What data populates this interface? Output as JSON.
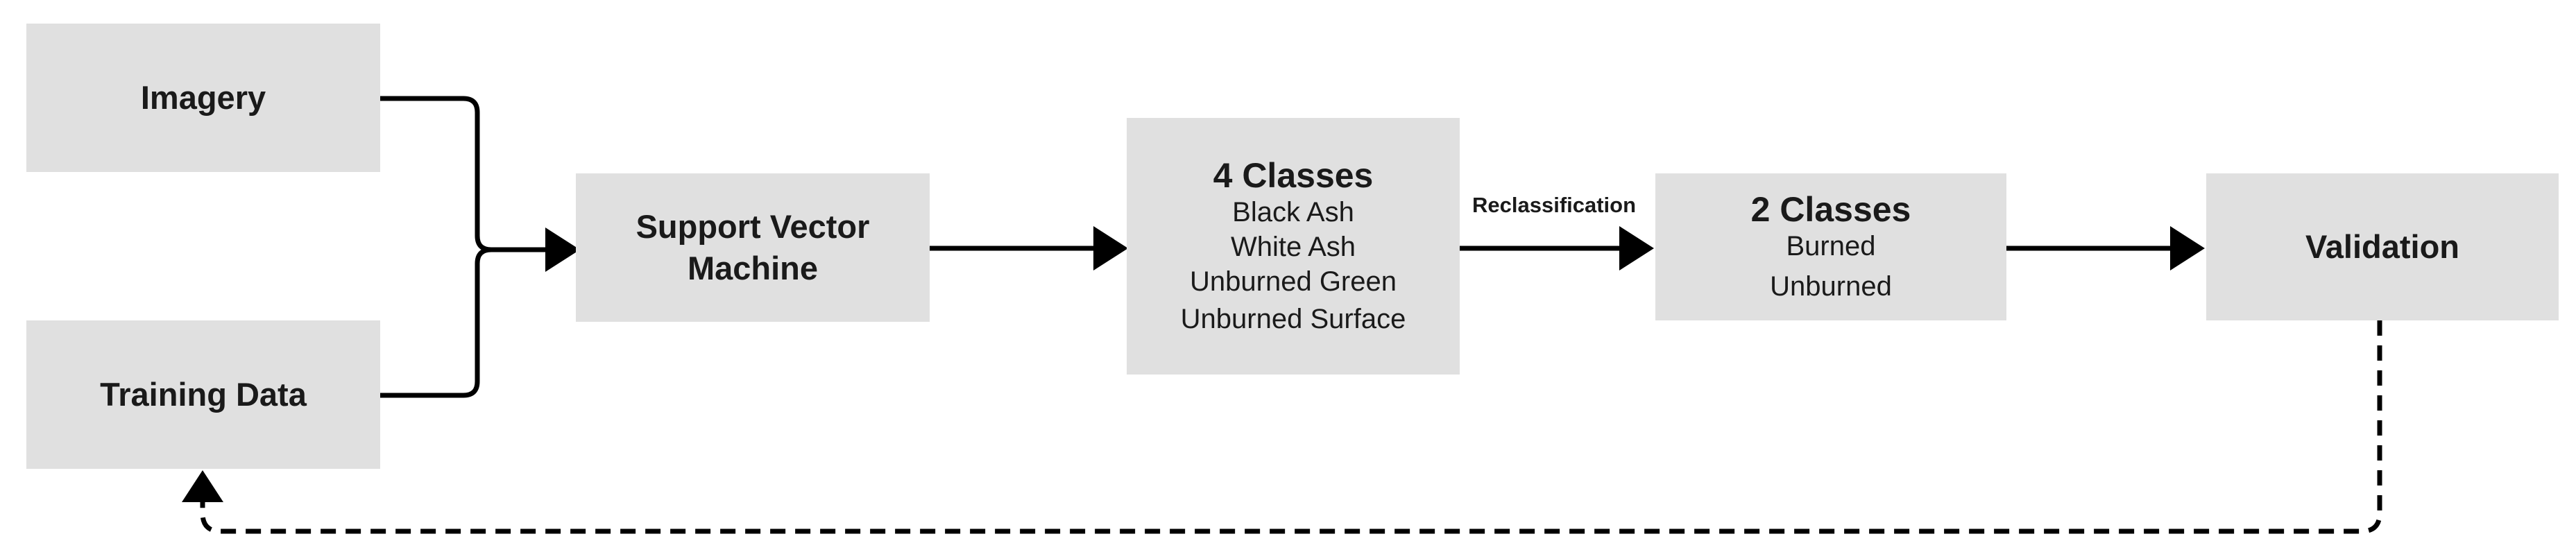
{
  "nodes": {
    "imagery": {
      "title": "Imagery"
    },
    "training_data": {
      "title": "Training Data"
    },
    "svm": {
      "title_line1": "Support Vector",
      "title_line2": "Machine"
    },
    "four_classes": {
      "title": "4 Classes",
      "items": [
        "Black Ash",
        "White Ash",
        "Unburned Green",
        "Unburned Surface"
      ]
    },
    "two_classes": {
      "title": "2 Classes",
      "items": [
        "Burned",
        "Unburned"
      ]
    },
    "validation": {
      "title": "Validation"
    }
  },
  "edges": {
    "reclassification_label": "Reclassification"
  },
  "colors": {
    "node_fill": "#e0e0e0",
    "stroke": "#000000",
    "text": "#1a1a1a"
  }
}
